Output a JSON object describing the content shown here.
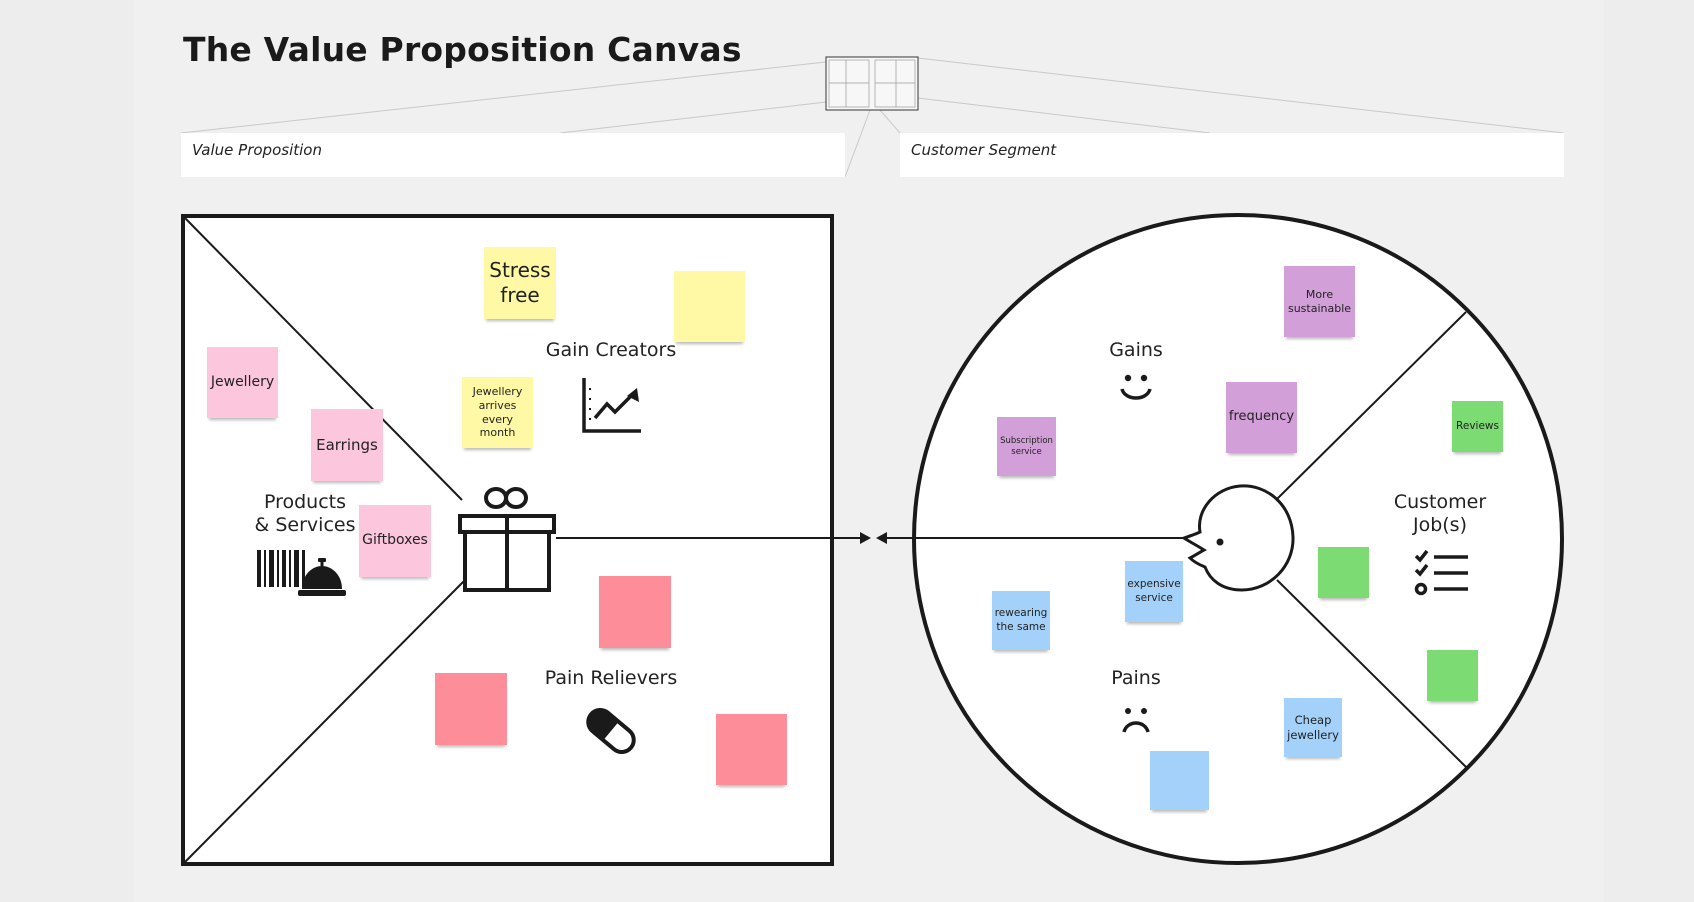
{
  "board": {
    "title": "The Value Proposition Canvas",
    "value_proposition_label": "Value Proposition",
    "customer_segment_label": "Customer Segment"
  },
  "value_map": {
    "gain_creators_label": "Gain Creators",
    "products_label_line1": "Products",
    "products_label_line2": "& Services",
    "pain_relievers_label": "Pain Relievers"
  },
  "customer_profile": {
    "gains_label": "Gains",
    "jobs_label_line1": "Customer",
    "jobs_label_line2": "Job(s)",
    "pains_label": "Pains"
  },
  "stickies": {
    "stress_free": "Stress free",
    "blank_yellow": "",
    "jewellery_monthly": "Jewellery arrives every month",
    "jewellery": "Jewellery",
    "earrings": "Earrings",
    "giftboxes": "Giftboxes",
    "blank_red_1": "",
    "blank_red_2": "",
    "blank_red_3": "",
    "more_sustainable": "More sustainable",
    "frequency": "frequency",
    "subscription_service": "Subscription service",
    "reviews": "Reviews",
    "blank_green_1": "",
    "blank_green_2": "",
    "expensive_service": "expensive service",
    "rewearing": "rewearing the same",
    "cheap_jewellery": "Cheap jewellery",
    "blank_blue": ""
  },
  "icons": {
    "gift": "gift-icon",
    "chart": "chart-up-icon",
    "barcode": "barcode-icon",
    "bell": "service-bell-icon",
    "pill": "pill-icon",
    "smile": "smile-icon",
    "frown": "frown-icon",
    "checklist": "checklist-icon",
    "face": "face-icon"
  },
  "colors": {
    "yellow": "#fff9a5",
    "pink": "#fcc6dd",
    "red": "#fd8e99",
    "purple": "#d39fd9",
    "blue": "#a4d1f9",
    "green": "#7ddb74"
  }
}
